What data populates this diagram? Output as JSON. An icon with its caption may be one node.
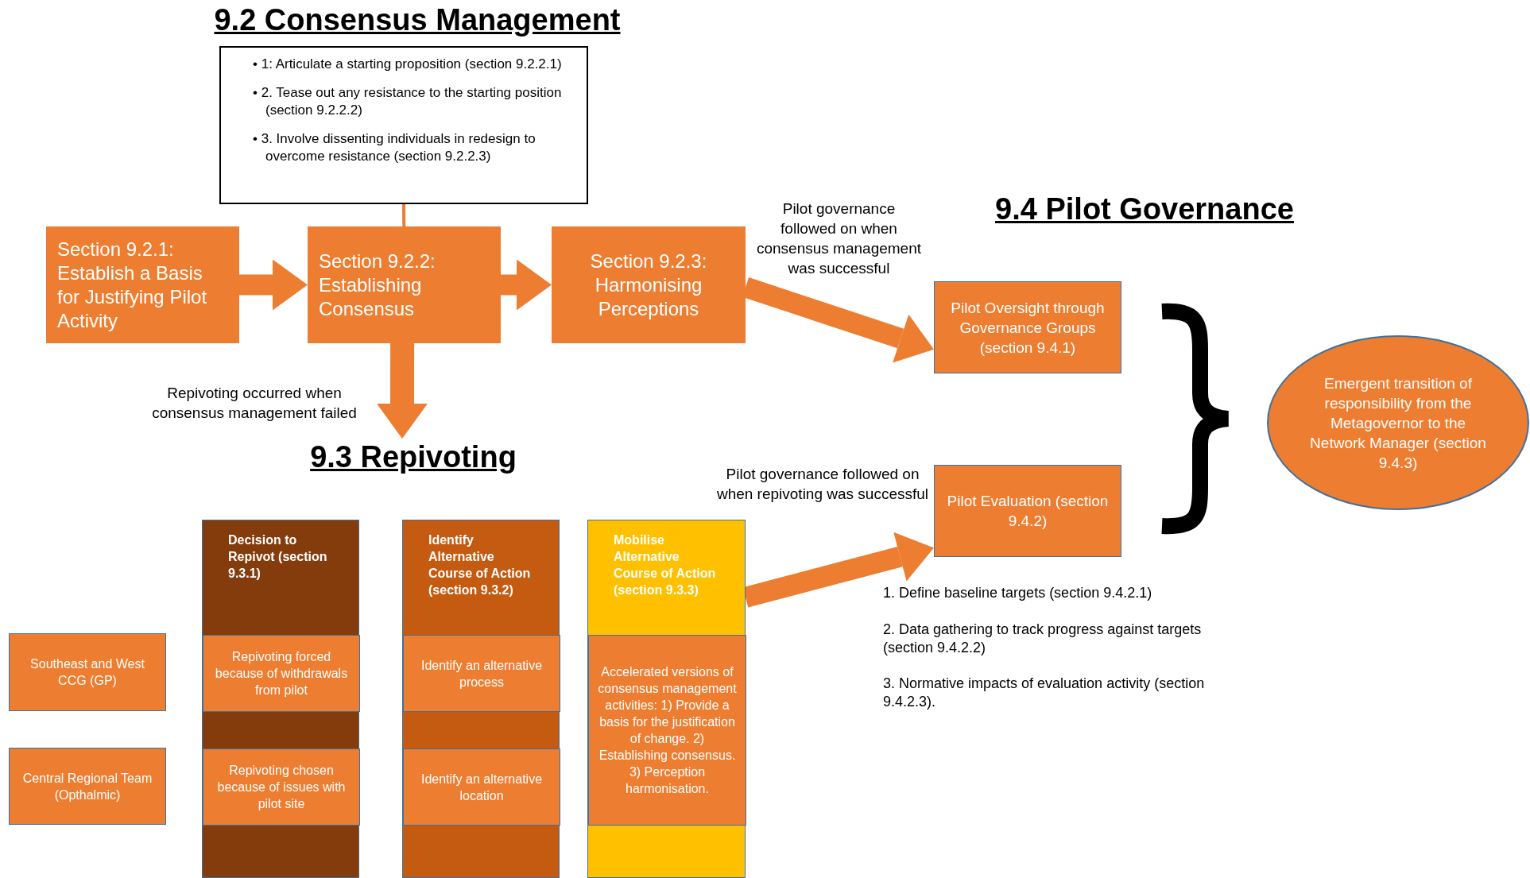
{
  "diagram": {
    "nodes": [
      {
        "text": [
          "• 1: Articulate a starting proposition (section 9.2.2.1)",
          "• 2. Tease out any resistance to the starting position (section 9.2.2.2)",
          "• 3. Involve dissenting individuals in redesign to overcome resistance (section 9.2.2.3)"
        ]
      },
      {
        "text": [
          "Section 9.2.1: Establish a Basis for Justifying Pilot Activity"
        ]
      },
      {
        "text": [
          "Section 9.2.2: Establishing Consensus"
        ]
      },
      {
        "text": [
          "Section 9.2.3: Harmonising Perceptions"
        ]
      },
      {
        "text": [
          "Decision to Repivot (section 9.3.1)"
        ]
      },
      {
        "text": [
          "Repivoting forced because of withdrawals from pilot"
        ],
        "in": 4
      },
      {
        "text": [
          "Repivoting chosen because of issues with pilot site"
        ],
        "in": 4
      },
      {
        "text": [
          "Identify Alternative Course of Action (section 9.3.2)"
        ]
      },
      {
        "text": [
          "Identify an alternative process"
        ],
        "in": 7
      },
      {
        "text": [
          "Identify an alternative location"
        ],
        "in": 7
      },
      {
        "text": [
          "Mobilise Alternative Course of Action (section 9.3.3)"
        ]
      },
      {
        "text": [
          "Accelerated versions of consensus management activities: 1) Provide a basis for the justification of change. 2) Establishing consensus. 3) Perception harmonisation."
        ],
        "in": 10
      },
      {
        "text": [
          "Southeast and West CCG (GP)"
        ]
      },
      {
        "text": [
          "Central Regional Team (Opthalmic)"
        ]
      },
      {
        "text": [
          "Pilot Oversight through Governance Groups (section 9.4.1)"
        ]
      },
      {
        "text": [
          "Pilot Evaluation (section 9.4.2)"
        ]
      },
      {
        "text": [
          "Emergent transition of responsibility from the Metagovernor to the Network Manager (section 9.4.3)"
        ]
      },
      {
        "text": [
          "9.3 Repivoting"
        ]
      }
    ],
    "edges": [
      {
        "from": 0,
        "to": 2,
        "arrow": "none"
      },
      {
        "from": 1,
        "to": 2,
        "arrow": "to"
      },
      {
        "from": 2,
        "to": 3,
        "arrow": "to"
      },
      {
        "from": 3,
        "to": 14,
        "arrow": "to",
        "label": "Pilot governance followed on when consensus management was successful"
      },
      {
        "from": 2,
        "to": 17,
        "arrow": "to",
        "label": "Repivoting occurred when consensus management failed"
      },
      {
        "from": 10,
        "to": 15,
        "arrow": "to",
        "label": "Pilot governance followed on when repivoting was successful"
      }
    ],
    "labels": [
      "9.2 Consensus Management",
      "9.4 Pilot Governance",
      "1. Define baseline targets (section 9.4.2.1)",
      "2. Data gathering to track progress against targets (section 9.4.2.2)",
      "3. Normative impacts of evaluation activity (section 9.4.2.3)."
    ]
  }
}
